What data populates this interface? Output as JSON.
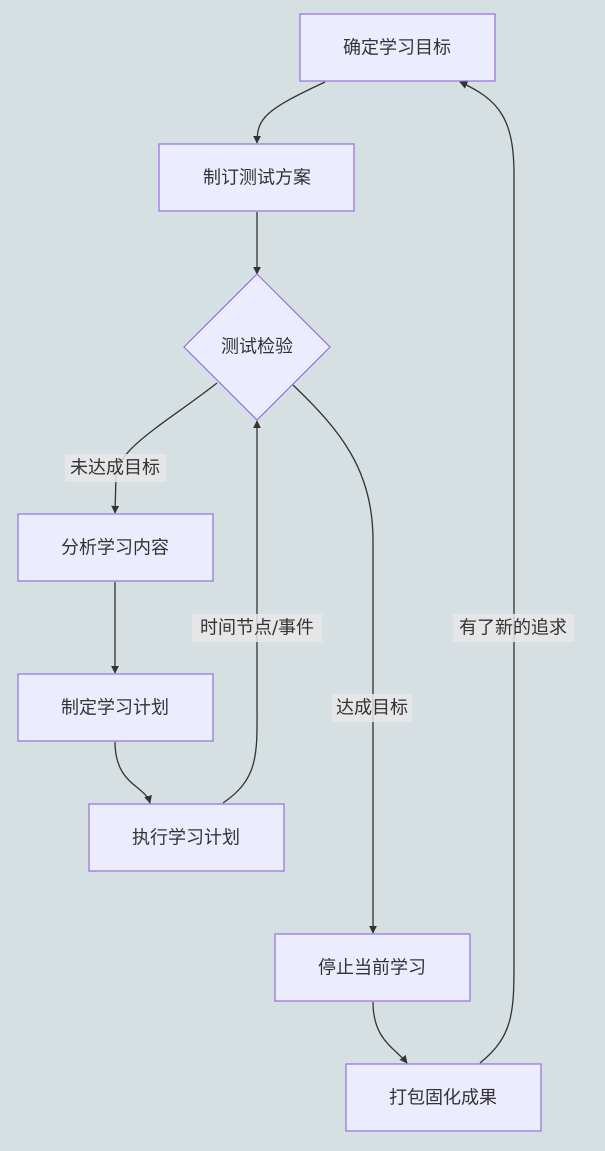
{
  "nodes": {
    "set_goal": "确定学习目标",
    "make_test_plan": "制订测试方案",
    "test_check": "测试检验",
    "analyze_content": "分析学习内容",
    "make_study_plan": "制定学习计划",
    "execute_plan": "执行学习计划",
    "stop_study": "停止当前学习",
    "package_results": "打包固化成果"
  },
  "edge_labels": {
    "not_reached": "未达成目标",
    "time_event": "时间节点/事件",
    "reached": "达成目标",
    "new_pursuit": "有了新的追求"
  },
  "colors": {
    "background": "#d6dfe2",
    "node_fill": "#ececff",
    "node_stroke": "#9370db",
    "edge": "#333333"
  }
}
